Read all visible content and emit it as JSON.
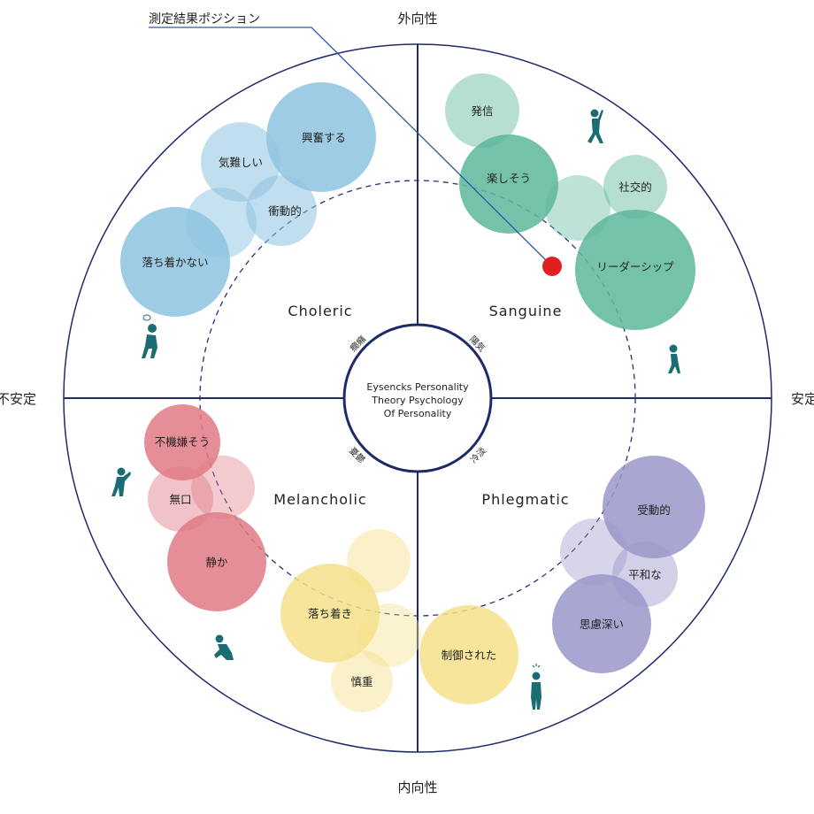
{
  "marker_label": "測定結果ポジション",
  "axes": {
    "top": "外向性",
    "bottom": "内向性",
    "left": "不安定",
    "right": "安定"
  },
  "center": {
    "line1": "Eysencks Personality",
    "line2": "Theory Psychology",
    "line3": "Of Personality"
  },
  "inner_labels": {
    "tl": "癇癪",
    "tr": "陽気",
    "bl": "憂鬱",
    "br": "冷淡"
  },
  "types": {
    "choleric": "Choleric",
    "sanguine": "Sanguine",
    "melancholic": "Melancholic",
    "phlegmatic": "Phlegmatic"
  },
  "traits": {
    "choleric": [
      "興奮する",
      "気難しい",
      "衝動的",
      "落ち着かない"
    ],
    "sanguine": [
      "発信",
      "楽しそう",
      "社交的",
      "リーダーシップ"
    ],
    "melancholic": [
      "不機嫌そう",
      "無口",
      "静か",
      "落ち着き",
      "慎重"
    ],
    "phlegmatic": [
      "受動的",
      "平和な",
      "思慮深い",
      "制御された"
    ]
  },
  "colors": {
    "ring": "#1f2a6b",
    "choleric": "#8ec3e0",
    "sanguine": "#5db79c",
    "melancholic": "#e07a85",
    "yellow": "#f4e08a",
    "phlegmatic": "#9a97c9",
    "marker": "#e02020",
    "icon": "#1b6d73"
  },
  "icons": [
    "person-stressed-icon",
    "person-jumping-icon",
    "person-walking-icon",
    "person-shouting-icon",
    "person-crouching-icon",
    "person-thinking-icon"
  ]
}
